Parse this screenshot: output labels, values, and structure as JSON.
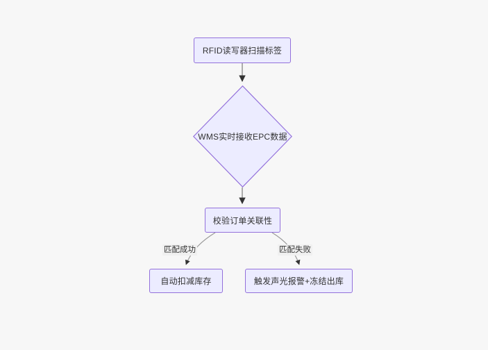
{
  "diagram": {
    "type": "flowchart",
    "direction": "top-down",
    "background_color": "#f7f7f7",
    "node_fill_color": "#ececff",
    "node_border_color": "#9370db",
    "node_text_color": "#333333",
    "edge_color": "#999999",
    "arrowhead_color": "#333333",
    "edge_label_background": "#f0f0f0",
    "nodes": [
      {
        "id": "n1",
        "shape": "rect",
        "label": "RFID读写器扫描标签"
      },
      {
        "id": "n2",
        "shape": "diamond",
        "label": "WMS实时接收EPC数据"
      },
      {
        "id": "n3",
        "shape": "rect",
        "label": "校验订单关联性"
      },
      {
        "id": "n4",
        "shape": "rect",
        "label": "自动扣减库存"
      },
      {
        "id": "n5",
        "shape": "rect",
        "label": "触发声光报警+冻结出库"
      }
    ],
    "edges": [
      {
        "id": "e1",
        "from": "n1",
        "to": "n2",
        "label": ""
      },
      {
        "id": "e2",
        "from": "n2",
        "to": "n3",
        "label": ""
      },
      {
        "id": "e3",
        "from": "n3",
        "to": "n4",
        "label": "匹配成功"
      },
      {
        "id": "e4",
        "from": "n3",
        "to": "n5",
        "label": "匹配失败"
      }
    ]
  }
}
